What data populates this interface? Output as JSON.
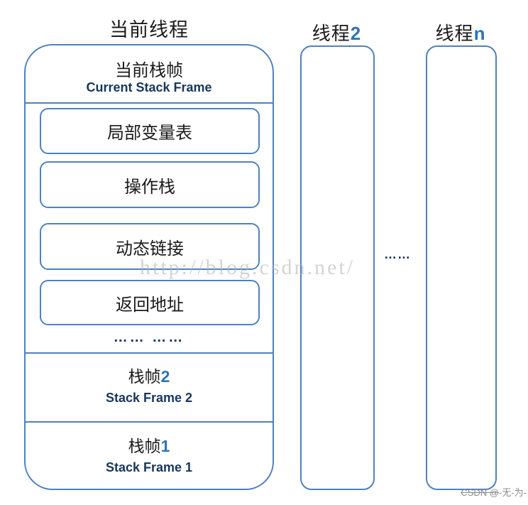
{
  "diagram": {
    "current_thread": {
      "title": "当前线程",
      "stack_frame_header_zh": "当前栈帧",
      "stack_frame_header_en": "Current Stack Frame",
      "components": [
        "局部变量表",
        "操作栈",
        "动态链接",
        "返回地址"
      ],
      "ellipsis": "…… ……",
      "frames": [
        {
          "zh": "栈帧",
          "num": "2",
          "en": "Stack Frame 2"
        },
        {
          "zh": "栈帧",
          "num": "1",
          "en": "Stack Frame 1"
        }
      ]
    },
    "thread_2": {
      "zh": "线程",
      "suffix": "2"
    },
    "thread_n": {
      "zh": "线程",
      "suffix": "n"
    },
    "between_columns_ellipsis": "……"
  },
  "watermarks": {
    "center": "http://blog.csdn.net/",
    "corner_prefix": "CSDN @",
    "corner_suffix": "-无-为-"
  },
  "colors": {
    "border_blue": "#4f81bd",
    "text_black": "#1a1a1a",
    "text_navy": "#17365d",
    "suffix_blue": "#2e74b5",
    "watermark_gray": "#afafaf"
  }
}
